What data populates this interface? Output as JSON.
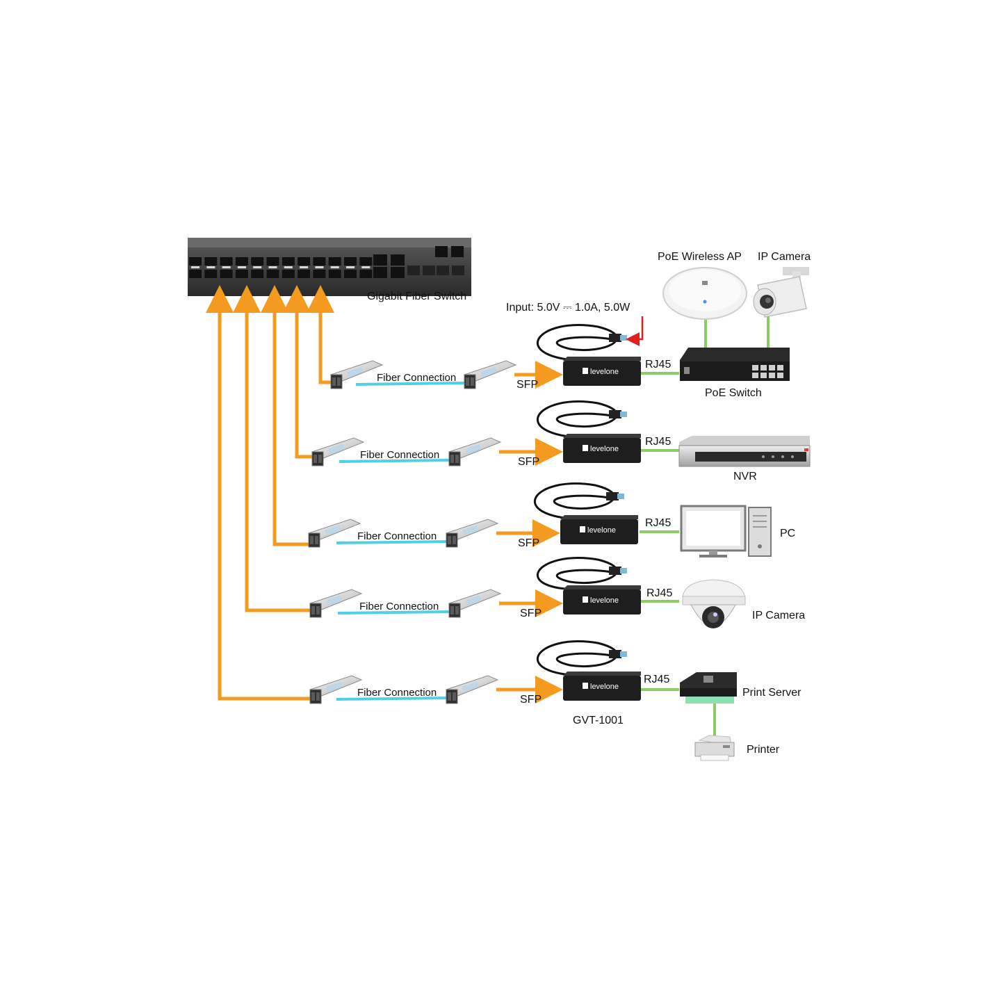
{
  "labels": {
    "switch": "Gigabit Fiber Switch",
    "input": "Input: 5.0V ⎓ 1.0A, 5.0W",
    "fiber": "Fiber Connection",
    "sfp": "SFP",
    "rj45": "RJ45",
    "model": "GVT-1001",
    "logo": "levelone"
  },
  "devices": {
    "poe_ap": "PoE Wireless AP",
    "ip_camera_top": "IP Camera",
    "poe_switch": "PoE Switch",
    "nvr": "NVR",
    "pc": "PC",
    "ip_camera": "IP Camera",
    "print_server": "Print Server",
    "printer": "Printer"
  },
  "colors": {
    "orange": "#F39A1F",
    "cyan": "#4FD0E6",
    "green": "#8DCB63",
    "device_dark": "#1E1E1E",
    "switch_body": "#3A3A3A"
  }
}
